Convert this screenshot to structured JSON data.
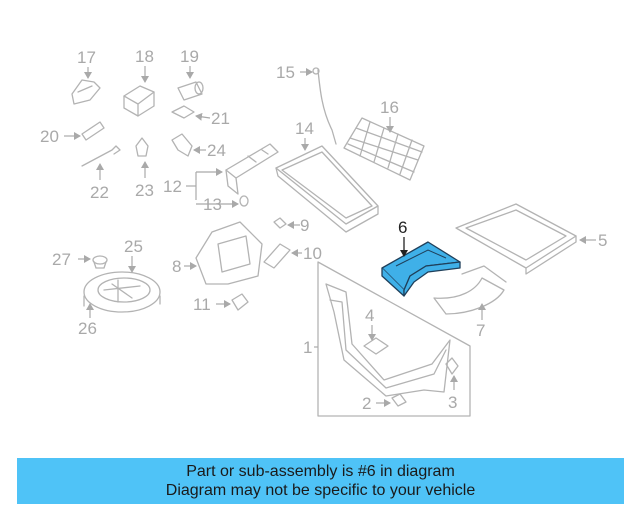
{
  "callouts": {
    "n1": "1",
    "n2": "2",
    "n3": "3",
    "n4": "4",
    "n5": "5",
    "n6": "6",
    "n7": "7",
    "n8": "8",
    "n9": "9",
    "n10": "10",
    "n11": "11",
    "n12": "12",
    "n13": "13",
    "n14": "14",
    "n15": "15",
    "n16": "16",
    "n17": "17",
    "n18": "18",
    "n19": "19",
    "n20": "20",
    "n21": "21",
    "n22": "22",
    "n23": "23",
    "n24": "24",
    "n25": "25",
    "n26": "26",
    "n27": "27"
  },
  "highlight": {
    "part": "6",
    "color": "#3fb0e8"
  },
  "banner": {
    "line1": "Part or sub-assembly is #6 in diagram",
    "line2": "Diagram may not be specific to your vehicle",
    "background": "#4fc3f7"
  }
}
